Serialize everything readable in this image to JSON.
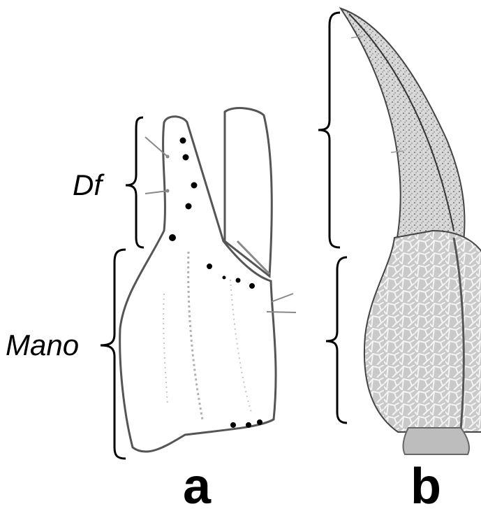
{
  "figure": {
    "labels": {
      "finger": "Df",
      "hand": "Mano",
      "panel_a": "a",
      "panel_b": "b"
    },
    "colors": {
      "ink": "#000000",
      "outline": "#555555",
      "stipple": "#8a8a8a",
      "shading": "#b0b0b0",
      "background": "#ffffff"
    }
  }
}
